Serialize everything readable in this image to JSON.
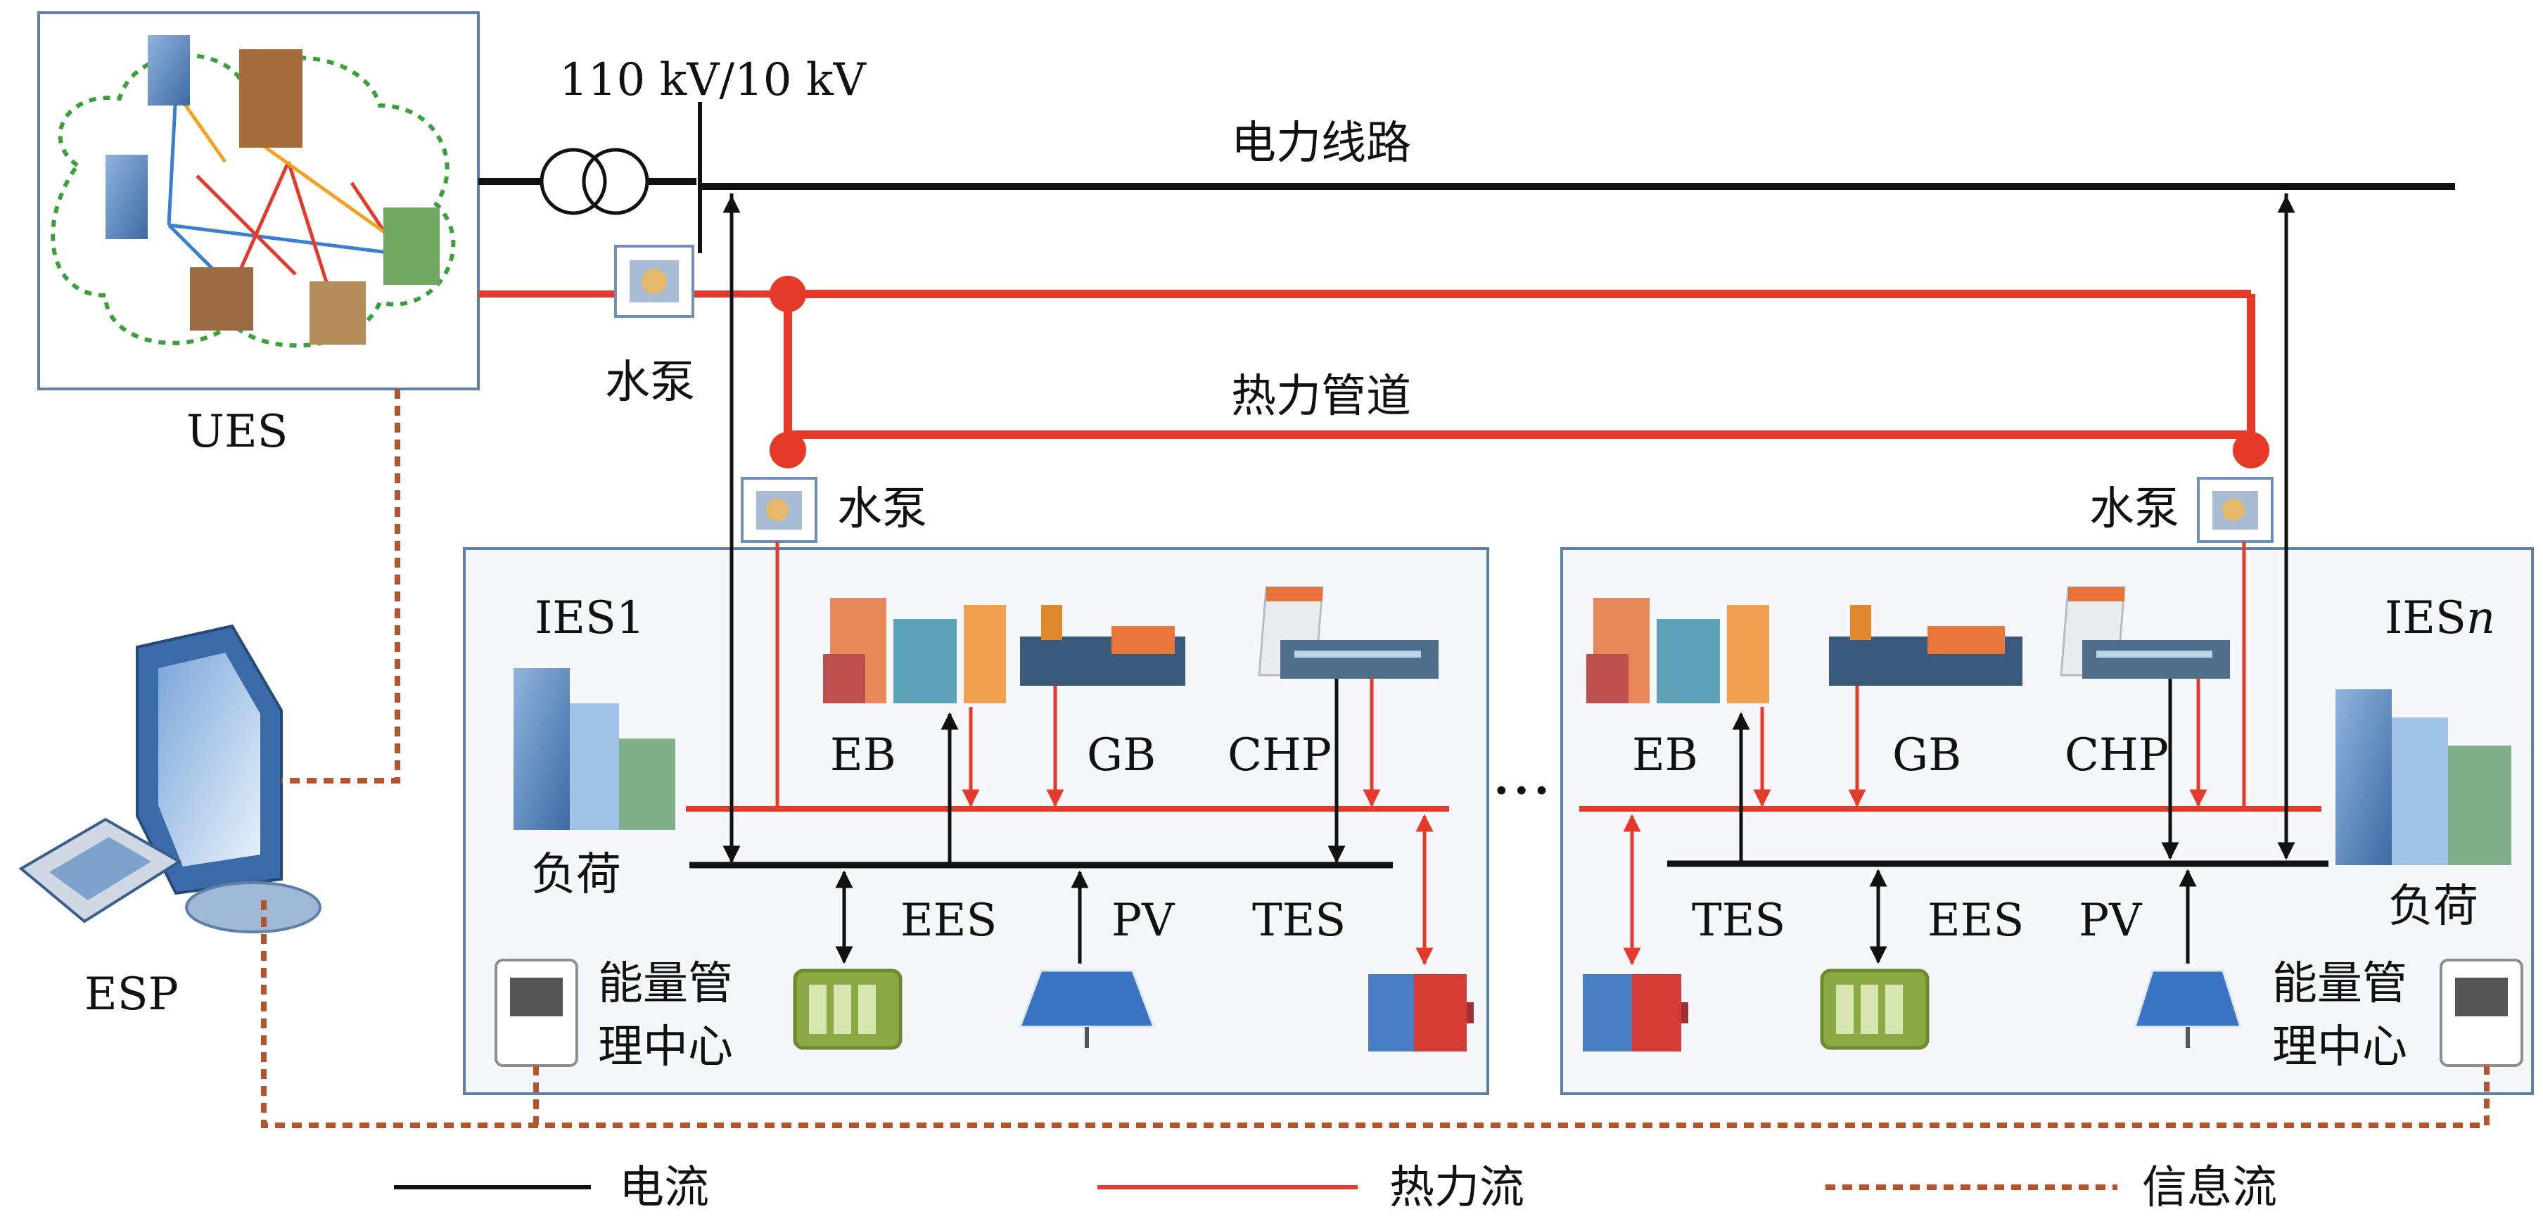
{
  "transformer_label": "110 kV/10 kV",
  "power_line_label": "电力线路",
  "heat_pipe_label": "热力管道",
  "pump_label_main": "水泵",
  "pump_label_ies1": "水泵",
  "pump_label_iesn": "水泵",
  "ues_label": "UES",
  "esp_label": "ESP",
  "ellipsis": "···",
  "ies1": {
    "title": "IES1",
    "load_label": "负荷",
    "eb": "EB",
    "gb": "GB",
    "chp": "CHP",
    "ees": "EES",
    "pv": "PV",
    "tes": "TES",
    "emc_line1": "能量管",
    "emc_line2": "理中心"
  },
  "iesn": {
    "title_main": "IES",
    "title_sub": "n",
    "load_label": "负荷",
    "eb": "EB",
    "gb": "GB",
    "chp": "CHP",
    "ees": "EES",
    "pv": "PV",
    "tes": "TES",
    "emc_line1": "能量管",
    "emc_line2": "理中心"
  },
  "legend": {
    "current": "电流",
    "heat_flow": "热力流",
    "info_flow": "信息流"
  },
  "colors": {
    "electric": "#111111",
    "heat": "#e53a2a",
    "info": "#b5532a",
    "box_border": "#5d7fa8",
    "box_fill": "#f5f7fa"
  }
}
